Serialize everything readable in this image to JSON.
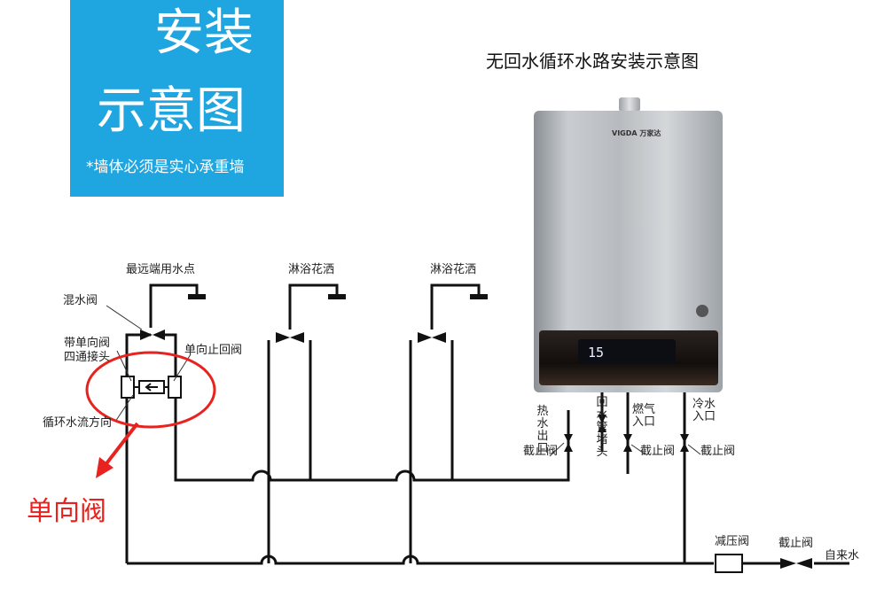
{
  "banner": {
    "line1": "安装",
    "line2": "示意图",
    "note": "*墙体必须是实心承重墙"
  },
  "title": "无回水循环水路安装示意图",
  "labels": {
    "farthest_tap": "最远端用水点",
    "shower1": "淋浴花洒",
    "shower2": "淋浴花洒",
    "mixing_valve": "混水阀",
    "four_way_1": "带单向阀",
    "four_way_2": "四通接头",
    "check_valve": "单向止回阀",
    "circulation_dir": "循环水流方向",
    "hot_out": "热水出口",
    "return_plug": "回水管堵头",
    "gas_in": "燃气入口",
    "cold_in": "冷水入口",
    "shutoff1": "截止阀",
    "shutoff2": "截止阀",
    "shutoff3": "截止阀",
    "pressure_reducer": "减压阀",
    "shutoff4": "截止阀",
    "tap_water": "自来水",
    "callout": "单向阀"
  },
  "heater": {
    "brand": "VIGDA 万家达",
    "display_temp": "15"
  },
  "colors": {
    "banner_bg": "#1fa6e0",
    "callout_red": "#e8231f",
    "pipe": "#111111"
  }
}
